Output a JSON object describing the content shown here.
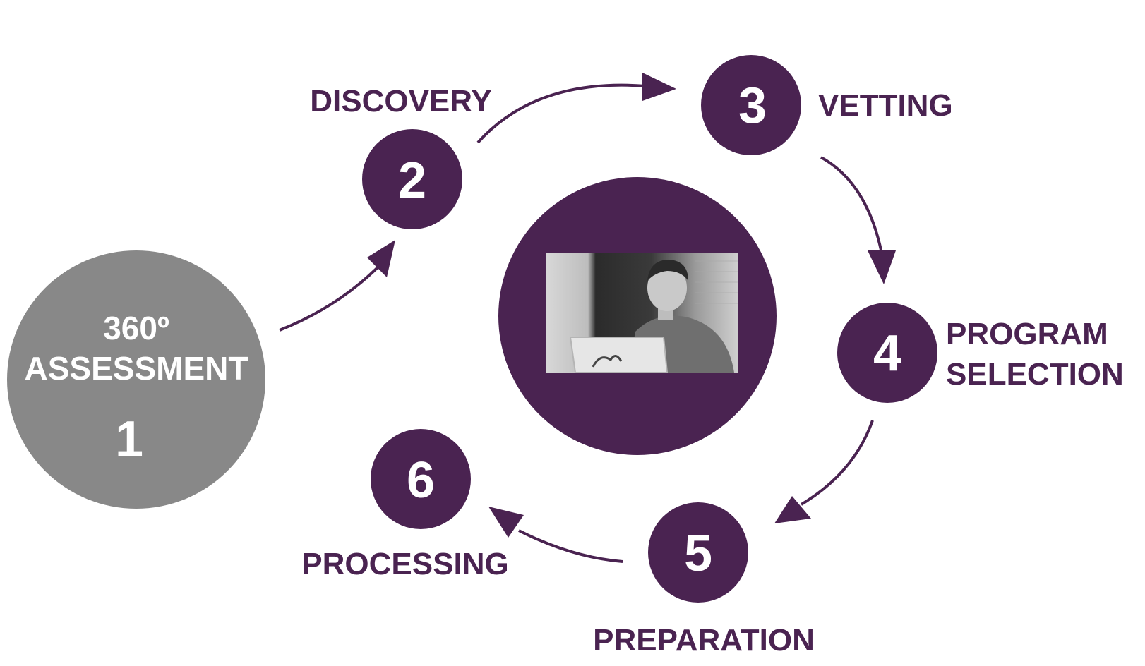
{
  "colors": {
    "purple": "#4a2351",
    "gray": "#888888",
    "white": "#ffffff"
  },
  "start": {
    "line1": "360º",
    "line2": "ASSESSMENT",
    "number": "1"
  },
  "steps": [
    {
      "number": "2",
      "label": "DISCOVERY"
    },
    {
      "number": "3",
      "label": "VETTING"
    },
    {
      "number": "4",
      "label_line1": "PROGRAM",
      "label_line2": "SELECTION"
    },
    {
      "number": "5",
      "label": "PREPARATION"
    },
    {
      "number": "6",
      "label": "PROCESSING"
    }
  ],
  "center": {
    "image": "man-working-on-laptop-photo"
  }
}
